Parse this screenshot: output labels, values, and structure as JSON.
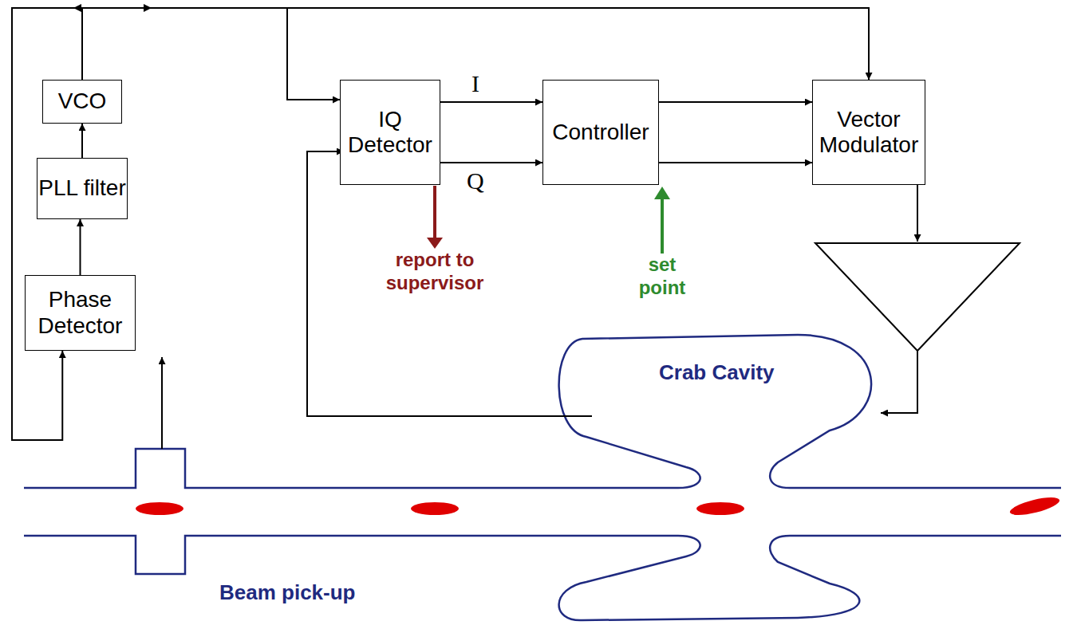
{
  "diagram": {
    "nodes": [
      {
        "text": [
          "VCO"
        ]
      },
      {
        "text": [
          "PLL filter"
        ]
      },
      {
        "text": [
          "Phase Detector"
        ]
      },
      {
        "text": [
          "IQ Detector"
        ]
      },
      {
        "text": [
          "Controller"
        ]
      },
      {
        "text": [
          "Vector Modulator"
        ]
      }
    ],
    "edges": [
      {
        "from": 2,
        "to": 1,
        "arrow": "to"
      },
      {
        "from": 1,
        "to": 0,
        "arrow": "to"
      },
      {
        "from": 0,
        "to": 2,
        "arrow": "to"
      },
      {
        "from": 0,
        "to": 3,
        "arrow": "to"
      },
      {
        "from": 0,
        "to": 5,
        "arrow": "to"
      },
      {
        "from": 3,
        "to": 4,
        "label": "I",
        "arrow": "to"
      },
      {
        "from": 3,
        "to": 4,
        "label": "Q",
        "arrow": "to"
      },
      {
        "from": 4,
        "to": 5,
        "arrow": "to"
      },
      {
        "from": 4,
        "to": 5,
        "arrow": "to"
      }
    ],
    "labels": [
      "report to supervisor",
      "set point",
      "Crab Cavity",
      "Beam pick-up"
    ]
  }
}
